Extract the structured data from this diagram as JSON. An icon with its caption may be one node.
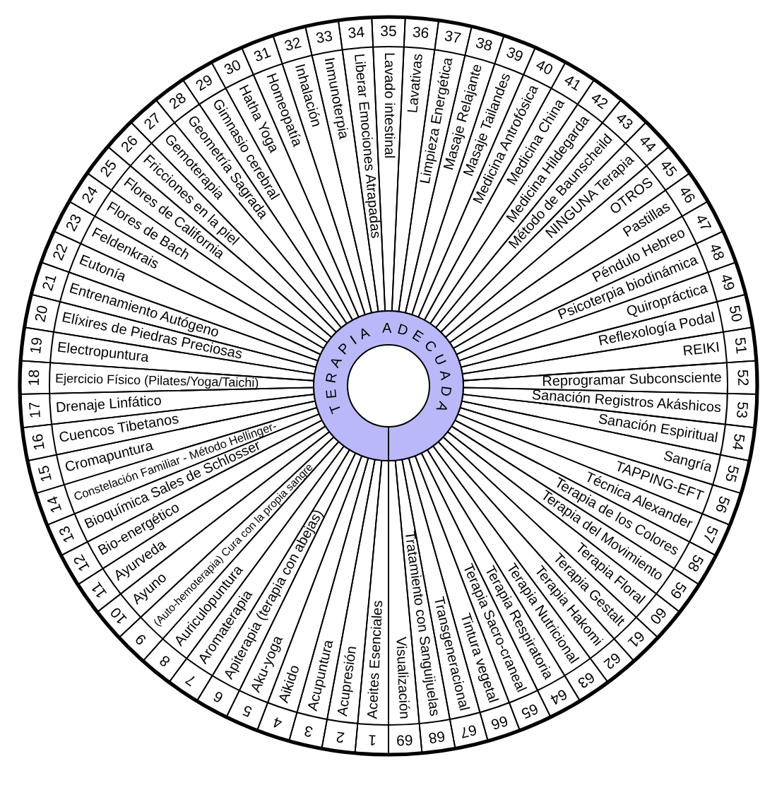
{
  "diagram": {
    "nodes": [
      {
        "text": [
          "TERAPIA ADECUADA"
        ]
      },
      {
        "text": [
          "1",
          "Aceites Esenciales"
        ]
      },
      {
        "text": [
          "2",
          "Acupresión"
        ]
      },
      {
        "text": [
          "3",
          "Acupuntura"
        ]
      },
      {
        "text": [
          "4",
          "Aikido"
        ]
      },
      {
        "text": [
          "5",
          "Aku-yoga"
        ]
      },
      {
        "text": [
          "6",
          "Apiterapia (terapia con abejas)"
        ]
      },
      {
        "text": [
          "7",
          "Aromaterapia"
        ]
      },
      {
        "text": [
          "8",
          "Auriculopuntura"
        ]
      },
      {
        "text": [
          "9",
          "(Auto-hemoterapia) Cura con la propia sangre"
        ]
      },
      {
        "text": [
          "10",
          "Ayuno"
        ]
      },
      {
        "text": [
          "11",
          "Ayurveda"
        ]
      },
      {
        "text": [
          "12",
          "Bio-energético"
        ]
      },
      {
        "text": [
          "13",
          "Bioquímica Sales de Schlosser"
        ]
      },
      {
        "text": [
          "14",
          "Constelación Familiar - Método Hellinger-"
        ]
      },
      {
        "text": [
          "15",
          "Cromapuntura"
        ]
      },
      {
        "text": [
          "16",
          "Cuencos Tibetanos"
        ]
      },
      {
        "text": [
          "17",
          "Drenaje Linfático"
        ]
      },
      {
        "text": [
          "18",
          "Ejercicio Físico (Pilates/Yoga/Taichi)"
        ]
      },
      {
        "text": [
          "19",
          "Electropuntura"
        ]
      },
      {
        "text": [
          "20",
          "Elíxires de Piedras Preciosas"
        ]
      },
      {
        "text": [
          "21",
          "Entrenamiento Autógeno"
        ]
      },
      {
        "text": [
          "22",
          "Eutonía"
        ]
      },
      {
        "text": [
          "23",
          "Feldenkrais"
        ]
      },
      {
        "text": [
          "24",
          "Flores de Bach"
        ]
      },
      {
        "text": [
          "25",
          "Flores de California"
        ]
      },
      {
        "text": [
          "26",
          "Fricciones en la piel"
        ]
      },
      {
        "text": [
          "27",
          "Gemoterapia"
        ]
      },
      {
        "text": [
          "28",
          "Geometría Sagrada"
        ]
      },
      {
        "text": [
          "29",
          "Gimnasio cerebral"
        ]
      },
      {
        "text": [
          "30",
          "Hatha Yoga"
        ]
      },
      {
        "text": [
          "31",
          "Homeopatía"
        ]
      },
      {
        "text": [
          "32",
          "Inhalación"
        ]
      },
      {
        "text": [
          "33",
          "Inmunoterpia"
        ]
      },
      {
        "text": [
          "34",
          "Liberar Emociones Atrapadas"
        ]
      },
      {
        "text": [
          "35",
          "Lavado intestinal"
        ]
      },
      {
        "text": [
          "36",
          "Lavativas"
        ]
      },
      {
        "text": [
          "37",
          "Limpieza Energética"
        ]
      },
      {
        "text": [
          "38",
          "Masaje Relajante"
        ]
      },
      {
        "text": [
          "39",
          "Masaje Tailandes"
        ]
      },
      {
        "text": [
          "40",
          "Medicina Antrofósica"
        ]
      },
      {
        "text": [
          "41",
          "Medicina China"
        ]
      },
      {
        "text": [
          "42",
          "Medicina Hildegarda"
        ]
      },
      {
        "text": [
          "43",
          "Método de Baunscheild"
        ]
      },
      {
        "text": [
          "44",
          "NINGUNA Terapia"
        ]
      },
      {
        "text": [
          "45",
          "OTROS"
        ]
      },
      {
        "text": [
          "46",
          "Pastillas"
        ]
      },
      {
        "text": [
          "47",
          "Péndulo Hebreo"
        ]
      },
      {
        "text": [
          "48",
          "Psicoterpia biodinámica"
        ]
      },
      {
        "text": [
          "49",
          "Quiropráctica"
        ]
      },
      {
        "text": [
          "50",
          "Reflexología Podal"
        ]
      },
      {
        "text": [
          "51",
          "REIKI"
        ]
      },
      {
        "text": [
          "52",
          "Reprogramar Subconsciente"
        ]
      },
      {
        "text": [
          "53",
          "Sanación Registros Akáshicos"
        ]
      },
      {
        "text": [
          "54",
          "Sanación Espiritual"
        ]
      },
      {
        "text": [
          "55",
          "Sangría"
        ]
      },
      {
        "text": [
          "56",
          "TAPPING-EFT"
        ]
      },
      {
        "text": [
          "57",
          "Técnica Alexander"
        ]
      },
      {
        "text": [
          "58",
          "Terapia de los Colores"
        ]
      },
      {
        "text": [
          "59",
          "Terapia del Movimiento"
        ]
      },
      {
        "text": [
          "60",
          "Terapia Floral"
        ]
      },
      {
        "text": [
          "61",
          "Terapia Gestalt"
        ]
      },
      {
        "text": [
          "62",
          "Terapia Hakomi"
        ]
      },
      {
        "text": [
          "63",
          "Terapia Nutricional"
        ]
      },
      {
        "text": [
          "64",
          "Terapia Respiratoria"
        ]
      },
      {
        "text": [
          "65",
          "Terapia Sacro-craneal"
        ]
      },
      {
        "text": [
          "66",
          "Tintura vegetal"
        ]
      },
      {
        "text": [
          "67",
          "Transgeneracional"
        ]
      },
      {
        "text": [
          "68",
          "Tratamiento con Sanguijuelas"
        ]
      },
      {
        "text": [
          "69",
          "Visualización"
        ]
      }
    ]
  }
}
